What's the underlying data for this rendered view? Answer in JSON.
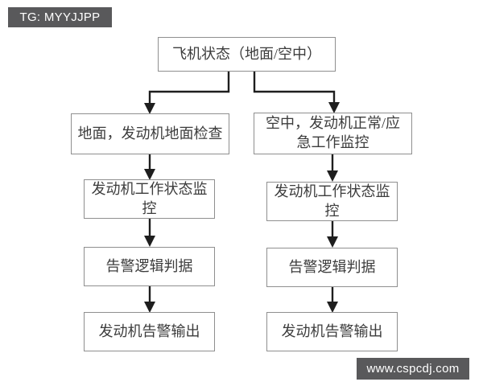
{
  "page": {
    "background": "#ffffff"
  },
  "watermarks": {
    "top_left": "TG: MYYJJPP",
    "bottom_right": "www.cspcdj.com",
    "bg_color": "#59595b",
    "text_color": "#ffffff"
  },
  "flowchart": {
    "root": "飞机状态（地面/空中）",
    "left": {
      "check": "地面，发动机地面检查",
      "monitor": "发动机工作状态监\n控",
      "logic": "告警逻辑判据",
      "output": "发动机告警输出"
    },
    "right": {
      "mode": "空中，发动机正常/应\n急工作监控",
      "monitor": "发动机工作状态监\n控",
      "logic": "告警逻辑判据",
      "output": "发动机告警输出"
    },
    "edges": [
      "root -> left.check",
      "root -> right.mode",
      "left.check -> left.monitor",
      "left.monitor -> left.logic",
      "left.logic -> left.output",
      "right.mode -> right.monitor",
      "right.monitor -> right.logic",
      "right.logic -> right.output"
    ],
    "colors": {
      "box_border": "#8f8f8f",
      "box_text": "#3c3c3c",
      "arrow": "#1e1e1e"
    }
  }
}
